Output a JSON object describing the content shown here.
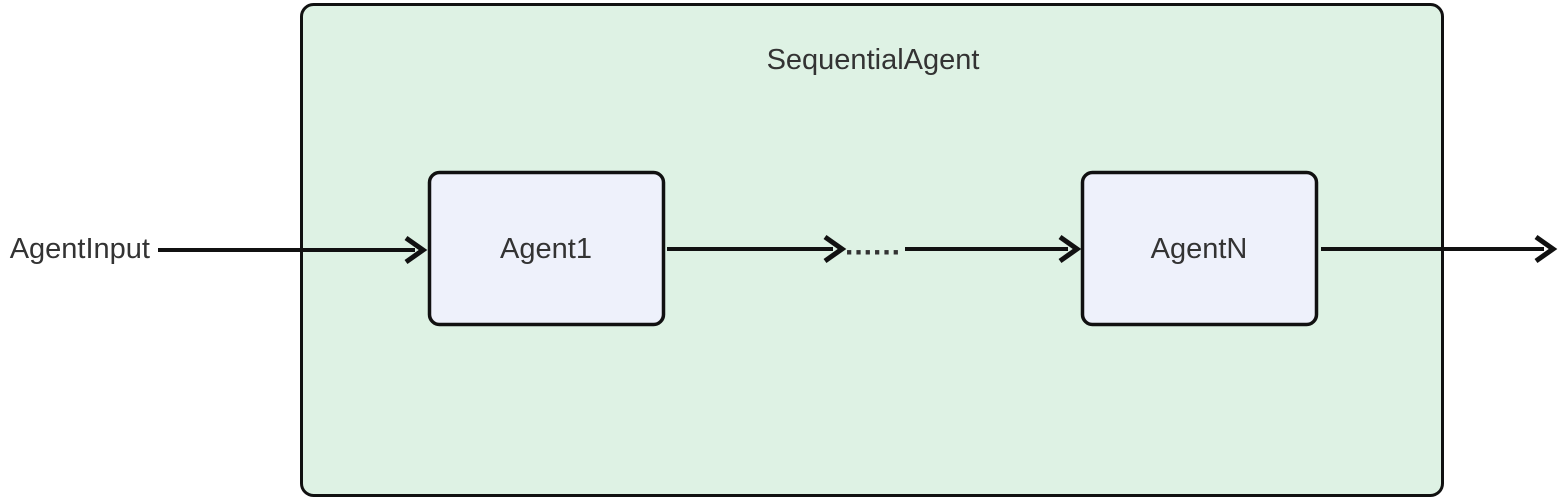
{
  "diagram": {
    "type": "flowchart",
    "direction": "left-to-right",
    "container": {
      "title": "SequentialAgent"
    },
    "input_label": "AgentInput",
    "nodes": [
      {
        "id": "agent1",
        "label": "Agent1"
      },
      {
        "id": "agentN",
        "label": "AgentN"
      }
    ],
    "ellipsis_label": "......",
    "edges": [
      {
        "from": "AgentInput",
        "to": "Agent1"
      },
      {
        "from": "Agent1",
        "to": "ellipsis"
      },
      {
        "from": "ellipsis",
        "to": "AgentN"
      },
      {
        "from": "AgentN",
        "to": "output"
      }
    ],
    "colors": {
      "page_bg": "#ffffff",
      "container_fill": "#def2e4",
      "node_fill": "#eef1fb",
      "stroke": "#111111",
      "text": "#333333"
    }
  }
}
